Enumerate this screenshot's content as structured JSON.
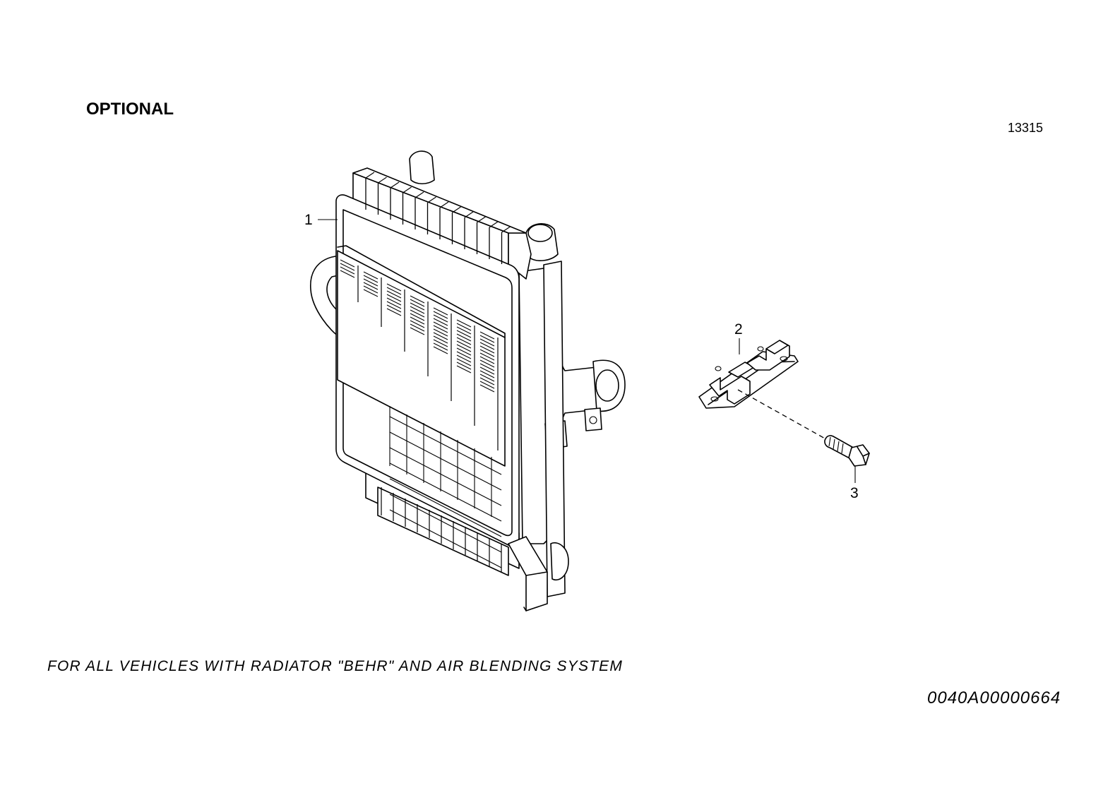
{
  "header": {
    "title": "OPTIONAL",
    "figure_number": "13315"
  },
  "callouts": [
    {
      "number": "1",
      "part": "radiator"
    },
    {
      "number": "2",
      "part": "bracket"
    },
    {
      "number": "3",
      "part": "bolt"
    }
  ],
  "footer": {
    "note": "FOR ALL VEHICLES WITH RADIATOR \"BEHR\" AND AIR BLENDING SYSTEM",
    "drawing_code": "0040A00000664"
  }
}
